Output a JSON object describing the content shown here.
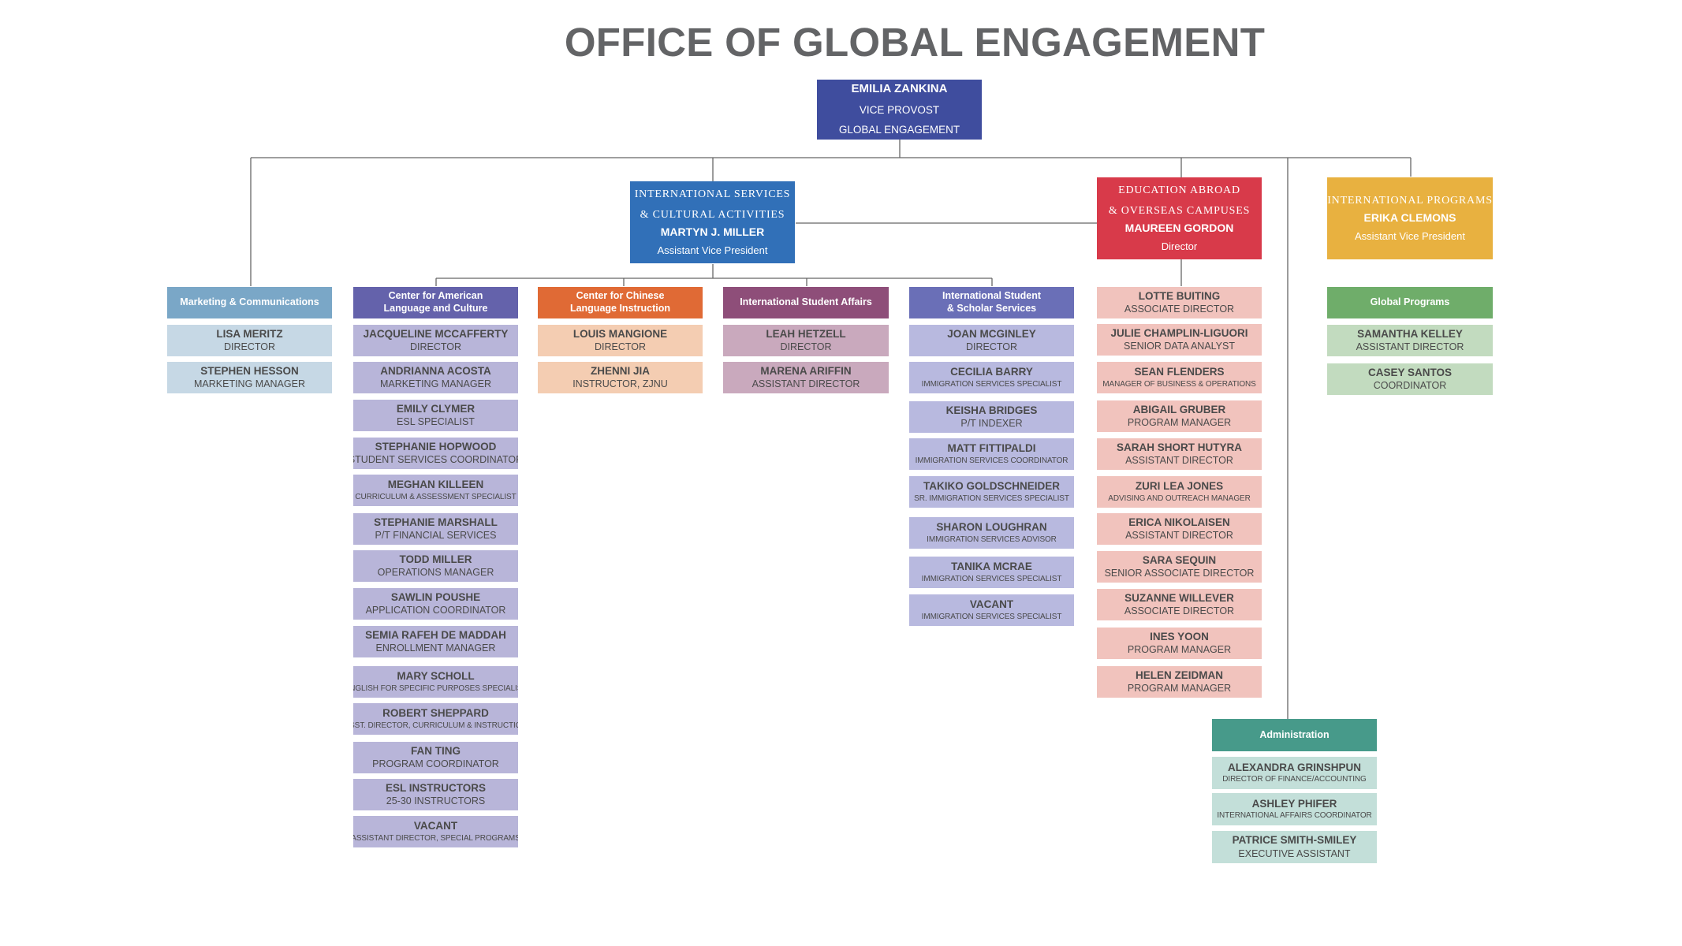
{
  "title": "OFFICE OF GLOBAL ENGAGEMENT",
  "top": {
    "name": "EMILIA ZANKINA",
    "title1": "VICE PROVOST",
    "title2": "GLOBAL ENGAGEMENT",
    "color": "#3f4d9e"
  },
  "isca": {
    "line1": "INTERNATIONAL SERVICES",
    "line2": "& CULTURAL ACTIVITIES",
    "name": "MARTYN J. MILLER",
    "title": "Assistant Vice President",
    "color": "#3170b8"
  },
  "eoc": {
    "line1": "EDUCATION ABROAD",
    "line2": "& OVERSEAS CAMPUSES",
    "name": "MAUREEN GORDON",
    "title": "Director",
    "color": "#d83a4a"
  },
  "ip": {
    "line1": "INTERNATIONAL PROGRAMS",
    "name": "ERIKA CLEMONS",
    "title": "Assistant Vice President",
    "color": "#e8b140"
  },
  "departments": {
    "marketing": {
      "header": "Marketing & Communications",
      "header_color": "#7aa7c7",
      "member_color": "#c6d8e5",
      "members": [
        {
          "name": "LISA MERITZ",
          "title": "DIRECTOR"
        },
        {
          "name": "STEPHEN HESSON",
          "title": "MARKETING MANAGER"
        }
      ]
    },
    "calc": {
      "header": "Center for American\nLanguage and Culture",
      "header_color": "#6462ab",
      "member_color": "#b8b5d9",
      "members": [
        {
          "name": "JACQUELINE MCCAFFERTY",
          "title": "DIRECTOR"
        },
        {
          "name": "ANDRIANNA ACOSTA",
          "title": "MARKETING MANAGER"
        },
        {
          "name": "EMILY CLYMER",
          "title": "ESL SPECIALIST"
        },
        {
          "name": "STEPHANIE HOPWOOD",
          "title": "STUDENT SERVICES COORDINATOR"
        },
        {
          "name": "MEGHAN KILLEEN",
          "title": "CURRICULUM  &  ASSESSMENT SPECIALIST"
        },
        {
          "name": "STEPHANIE MARSHALL",
          "title": "P/T FINANCIAL SERVICES"
        },
        {
          "name": "TODD MILLER",
          "title": "OPERATIONS  MANAGER"
        },
        {
          "name": "SAWLIN POUSHE",
          "title": "APPLICATION COORDINATOR"
        },
        {
          "name": "SEMIA RAFEH DE MADDAH",
          "title": "ENROLLMENT MANAGER"
        },
        {
          "name": "MARY SCHOLL",
          "title": "ENGLISH FOR SPECIFIC PURPOSES SPECIALIST"
        },
        {
          "name": "ROBERT SHEPPARD",
          "title": "ASST. DIRECTOR, CURRICULUM & INSTRUCTION"
        },
        {
          "name": "FAN TING",
          "title": "PROGRAM COORDINATOR"
        },
        {
          "name": "ESL INSTRUCTORS",
          "title": "25-30 INSTRUCTORS"
        },
        {
          "name": "VACANT",
          "title": "ASSISTANT DIRECTOR, SPECIAL PROGRAMS"
        }
      ]
    },
    "cli": {
      "header": "Center for Chinese\nLanguage Instruction",
      "header_color": "#e06a35",
      "member_color": "#f4cdb2",
      "members": [
        {
          "name": "LOUIS MANGIONE",
          "title": "DIRECTOR"
        },
        {
          "name": "ZHENNI JIA",
          "title": "INSTRUCTOR, ZJNU"
        }
      ]
    },
    "isa": {
      "header": "International Student Affairs",
      "header_color": "#8e4e79",
      "member_color": "#c9a9bd",
      "members": [
        {
          "name": "LEAH HETZELL",
          "title": "DIRECTOR"
        },
        {
          "name": "MARENA ARIFFIN",
          "title": "ASSISTANT DIRECTOR"
        }
      ]
    },
    "isss": {
      "header": "International Student\n& Scholar Services",
      "header_color": "#6a6fb7",
      "member_color": "#b8b9df",
      "members": [
        {
          "name": "JOAN MCGINLEY",
          "title": "DIRECTOR"
        },
        {
          "name": "CECILIA BARRY",
          "title": "IMMIGRATION  SERVICES  SPECIALIST"
        },
        {
          "name": "KEISHA BRIDGES",
          "title": "P/T INDEXER"
        },
        {
          "name": "MATT FITTIPALDI",
          "title": "IMMIGRATION  SERVICES COORDINATOR"
        },
        {
          "name": "TAKIKO GOLDSCHNEIDER",
          "title": "SR.  IMMIGRATION SERVICES SPECIALIST"
        },
        {
          "name": "SHARON LOUGHRAN",
          "title": "IMMIGRATION SERVICES ADVISOR"
        },
        {
          "name": "TANIKA MCRAE",
          "title": "IMMIGRATION SERVICES SPECIALIST"
        },
        {
          "name": "VACANT",
          "title": "IMMIGRATION  SERVICES SPECIALIST"
        }
      ]
    },
    "eoc_staff": {
      "header": "",
      "header_color": "#d83a4a",
      "member_color": "#f1c3bd",
      "members": [
        {
          "name": "LOTTE BUITING",
          "title": "ASSOCIATE  DIRECTOR"
        },
        {
          "name": "JULIE CHAMPLIN-LIGUORI",
          "title": "SENIOR DATA ANALYST"
        },
        {
          "name": "SEAN FLENDERS",
          "title": "MANAGER OF BUSINESS & OPERATIONS"
        },
        {
          "name": "ABIGAIL GRUBER",
          "title": "PROGRAM MANAGER"
        },
        {
          "name": "SARAH SHORT HUTYRA",
          "title": "ASSISTANT DIRECTOR"
        },
        {
          "name": "ZURI LEA JONES",
          "title": "ADVISING AND  OUTREACH  MANAGER"
        },
        {
          "name": "ERICA NIKOLAISEN",
          "title": "ASSISTANT DIRECTOR"
        },
        {
          "name": "SARA SEQUIN",
          "title": "SENIOR  ASSOCIATE  DIRECTOR"
        },
        {
          "name": "SUZANNE WILLEVER",
          "title": "ASSOCIATE  DIRECTOR"
        },
        {
          "name": "INES YOON",
          "title": "PROGRAM MANAGER"
        },
        {
          "name": "HELEN ZEIDMAN",
          "title": "PROGRAM MANAGER"
        }
      ]
    },
    "global": {
      "header": "Global Programs",
      "header_color": "#6fad6a",
      "member_color": "#c2dbbf",
      "members": [
        {
          "name": "SAMANTHA KELLEY",
          "title": "ASSISTANT DIRECTOR"
        },
        {
          "name": "CASEY SANTOS",
          "title": "COORDINATOR"
        }
      ]
    },
    "admin": {
      "header": "Administration",
      "header_color": "#479a8a",
      "member_color": "#c3dfd9",
      "members": [
        {
          "name": "ALEXANDRA GRINSHPUN",
          "title": "DIRECTOR OF FINANCE/ACCOUNTING"
        },
        {
          "name": "ASHLEY PHIFER",
          "title": "INTERNATIONAL AFFAIRS COORDINATOR"
        },
        {
          "name": "PATRICE SMITH-SMILEY",
          "title": "EXECUTIVE ASSISTANT"
        }
      ]
    }
  }
}
